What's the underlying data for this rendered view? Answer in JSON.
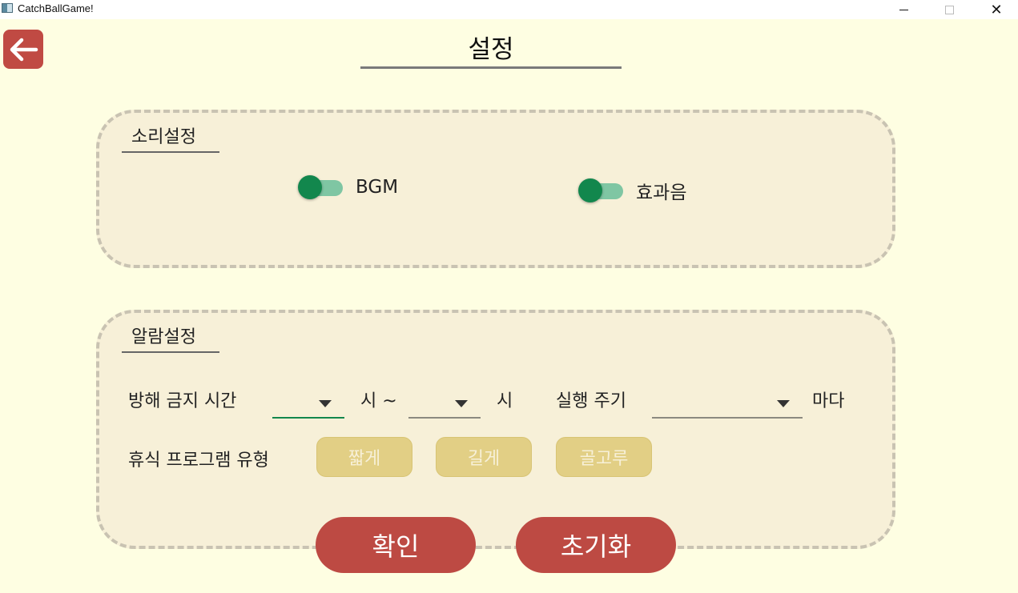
{
  "window": {
    "title": "CatchBallGame!",
    "minimize_glyph": "",
    "close_glyph": "✕"
  },
  "header": {
    "title": "설정",
    "back_icon": "arrow-left-icon"
  },
  "sound": {
    "section_title": "소리설정",
    "bgm_label": "BGM",
    "bgm_on": true,
    "sfx_label": "효과음",
    "sfx_on": true
  },
  "alarm": {
    "section_title": "알람설정",
    "dnd_label": "방해 금지 시간",
    "start_hour_value": "",
    "hour_tilde": "시 ~",
    "end_hour_value": "",
    "hour_suffix": "시",
    "interval_label": "실행 주기",
    "interval_value": "",
    "interval_suffix": "마다",
    "rest_label": "휴식 프로그램 유형",
    "rest_options": [
      "짧게",
      "길게",
      "골고루"
    ]
  },
  "actions": {
    "confirm_label": "확인",
    "reset_label": "초기화"
  },
  "colors": {
    "background": "#fefee2",
    "panel": "#f7f0d8",
    "accent_red": "#bd4a43",
    "toggle_on": "#12874d",
    "pill": "#e2cf85"
  }
}
